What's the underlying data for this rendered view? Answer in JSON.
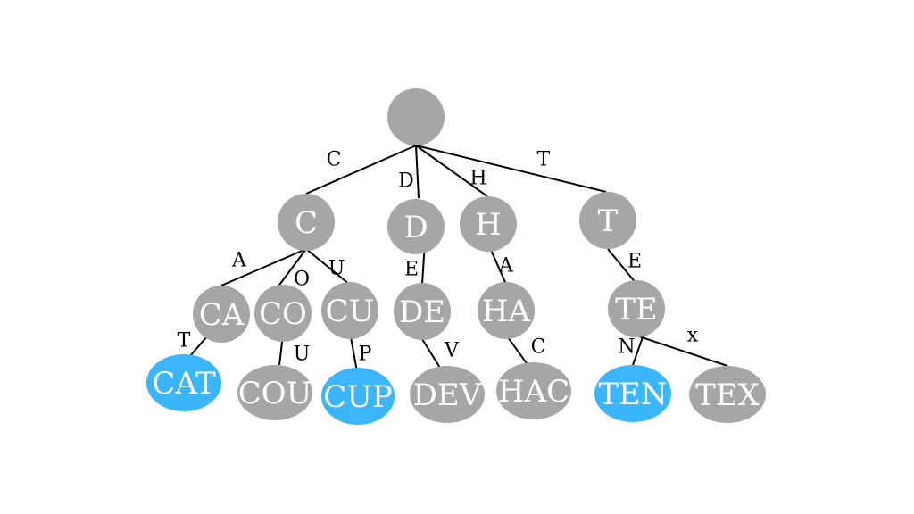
{
  "colors": {
    "default_node": "#a6a6a6",
    "word_node": "#3bb5fb",
    "edge": "#000000",
    "node_text": "#ffffff"
  },
  "nodes": [
    {
      "id": "root",
      "label": "",
      "is_word": false
    },
    {
      "id": "C",
      "label": "C",
      "is_word": false
    },
    {
      "id": "D",
      "label": "D",
      "is_word": false
    },
    {
      "id": "H",
      "label": "H",
      "is_word": false
    },
    {
      "id": "T",
      "label": "T",
      "is_word": false
    },
    {
      "id": "CA",
      "label": "CA",
      "is_word": false
    },
    {
      "id": "CO",
      "label": "CO",
      "is_word": false
    },
    {
      "id": "CU",
      "label": "CU",
      "is_word": false
    },
    {
      "id": "DE",
      "label": "DE",
      "is_word": false
    },
    {
      "id": "HA",
      "label": "HA",
      "is_word": false
    },
    {
      "id": "TE",
      "label": "TE",
      "is_word": false
    },
    {
      "id": "CAT",
      "label": "CAT",
      "is_word": true
    },
    {
      "id": "COU",
      "label": "COU",
      "is_word": false
    },
    {
      "id": "CUP",
      "label": "CUP",
      "is_word": true
    },
    {
      "id": "DEV",
      "label": "DEV",
      "is_word": false
    },
    {
      "id": "HAC",
      "label": "HAC",
      "is_word": false
    },
    {
      "id": "TEN",
      "label": "TEN",
      "is_word": true
    },
    {
      "id": "TEX",
      "label": "TEX",
      "is_word": false
    }
  ],
  "edges": [
    {
      "from": "root",
      "to": "C",
      "label": "C"
    },
    {
      "from": "root",
      "to": "D",
      "label": "D"
    },
    {
      "from": "root",
      "to": "H",
      "label": "H"
    },
    {
      "from": "root",
      "to": "T",
      "label": "T"
    },
    {
      "from": "C",
      "to": "CA",
      "label": "A"
    },
    {
      "from": "C",
      "to": "CO",
      "label": "O"
    },
    {
      "from": "C",
      "to": "CU",
      "label": "U"
    },
    {
      "from": "D",
      "to": "DE",
      "label": "E"
    },
    {
      "from": "H",
      "to": "HA",
      "label": "A"
    },
    {
      "from": "T",
      "to": "TE",
      "label": "E"
    },
    {
      "from": "CA",
      "to": "CAT",
      "label": "T"
    },
    {
      "from": "CO",
      "to": "COU",
      "label": "U"
    },
    {
      "from": "CU",
      "to": "CUP",
      "label": "P"
    },
    {
      "from": "DE",
      "to": "DEV",
      "label": "V"
    },
    {
      "from": "HA",
      "to": "HAC",
      "label": "C"
    },
    {
      "from": "TE",
      "to": "TEN",
      "label": "N"
    },
    {
      "from": "TE",
      "to": "TEX",
      "label": "x"
    }
  ]
}
